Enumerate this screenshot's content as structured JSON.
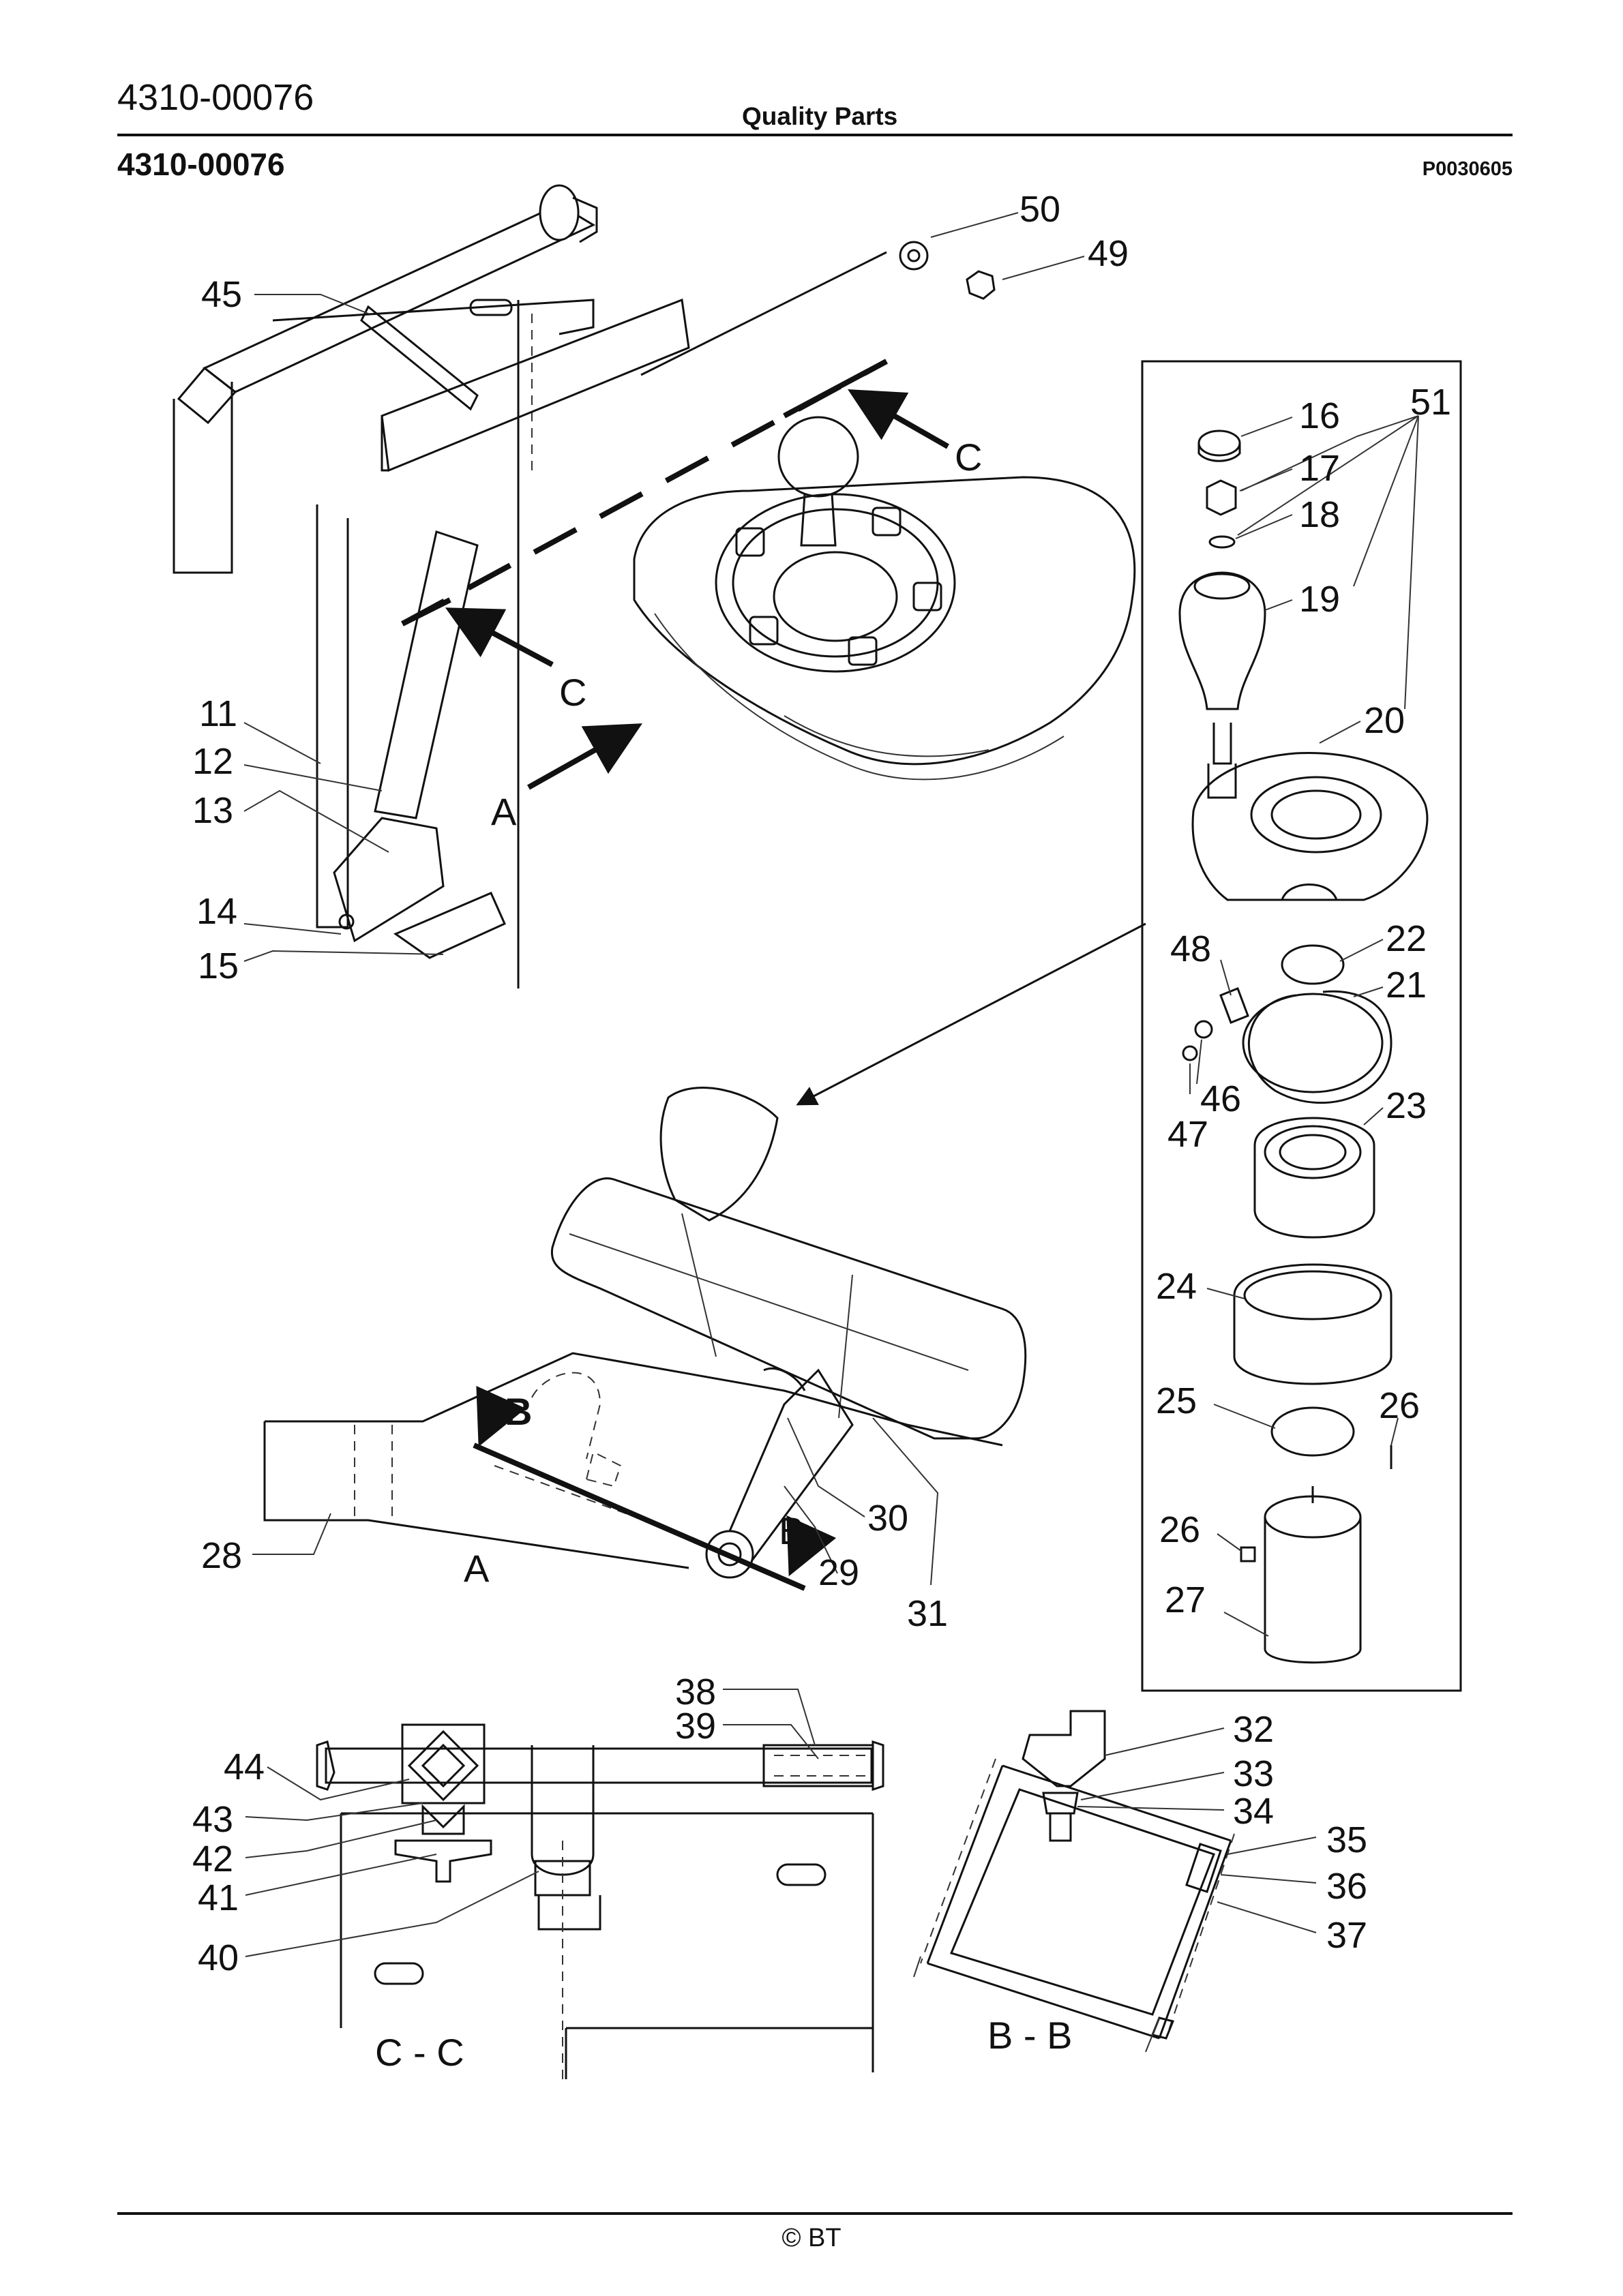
{
  "header": {
    "part_number": "4310-00076",
    "center_title": "Quality Parts",
    "sub_part_number": "4310-00076",
    "drawing_ref": "P0030605"
  },
  "footer": {
    "copyright": "© BT"
  },
  "callouts": {
    "c11": "11",
    "c12": "12",
    "c13": "13",
    "c14": "14",
    "c15": "15",
    "c16": "16",
    "c17": "17",
    "c18": "18",
    "c19": "19",
    "c20": "20",
    "c21": "21",
    "c22": "22",
    "c23": "23",
    "c24": "24",
    "c25": "25",
    "c26a": "26",
    "c26b": "26",
    "c27": "27",
    "c28": "28",
    "c29": "29",
    "c30": "30",
    "c31": "31",
    "c32": "32",
    "c33": "33",
    "c34": "34",
    "c35": "35",
    "c36": "36",
    "c37": "37",
    "c38": "38",
    "c39": "39",
    "c40": "40",
    "c41": "41",
    "c42": "42",
    "c43": "43",
    "c44": "44",
    "c45": "45",
    "c46": "46",
    "c47": "47",
    "c48": "48",
    "c49": "49",
    "c50": "50",
    "c51": "51"
  },
  "view_markers": {
    "a_top": "A",
    "a_bottom": "A",
    "c_upper": "C",
    "c_lower": "C",
    "b_left": "B",
    "b_right": "B",
    "section_cc": "C - C",
    "section_bb": "B - B"
  },
  "icons": [
    "exploded-joystick-assembly",
    "section-view"
  ]
}
